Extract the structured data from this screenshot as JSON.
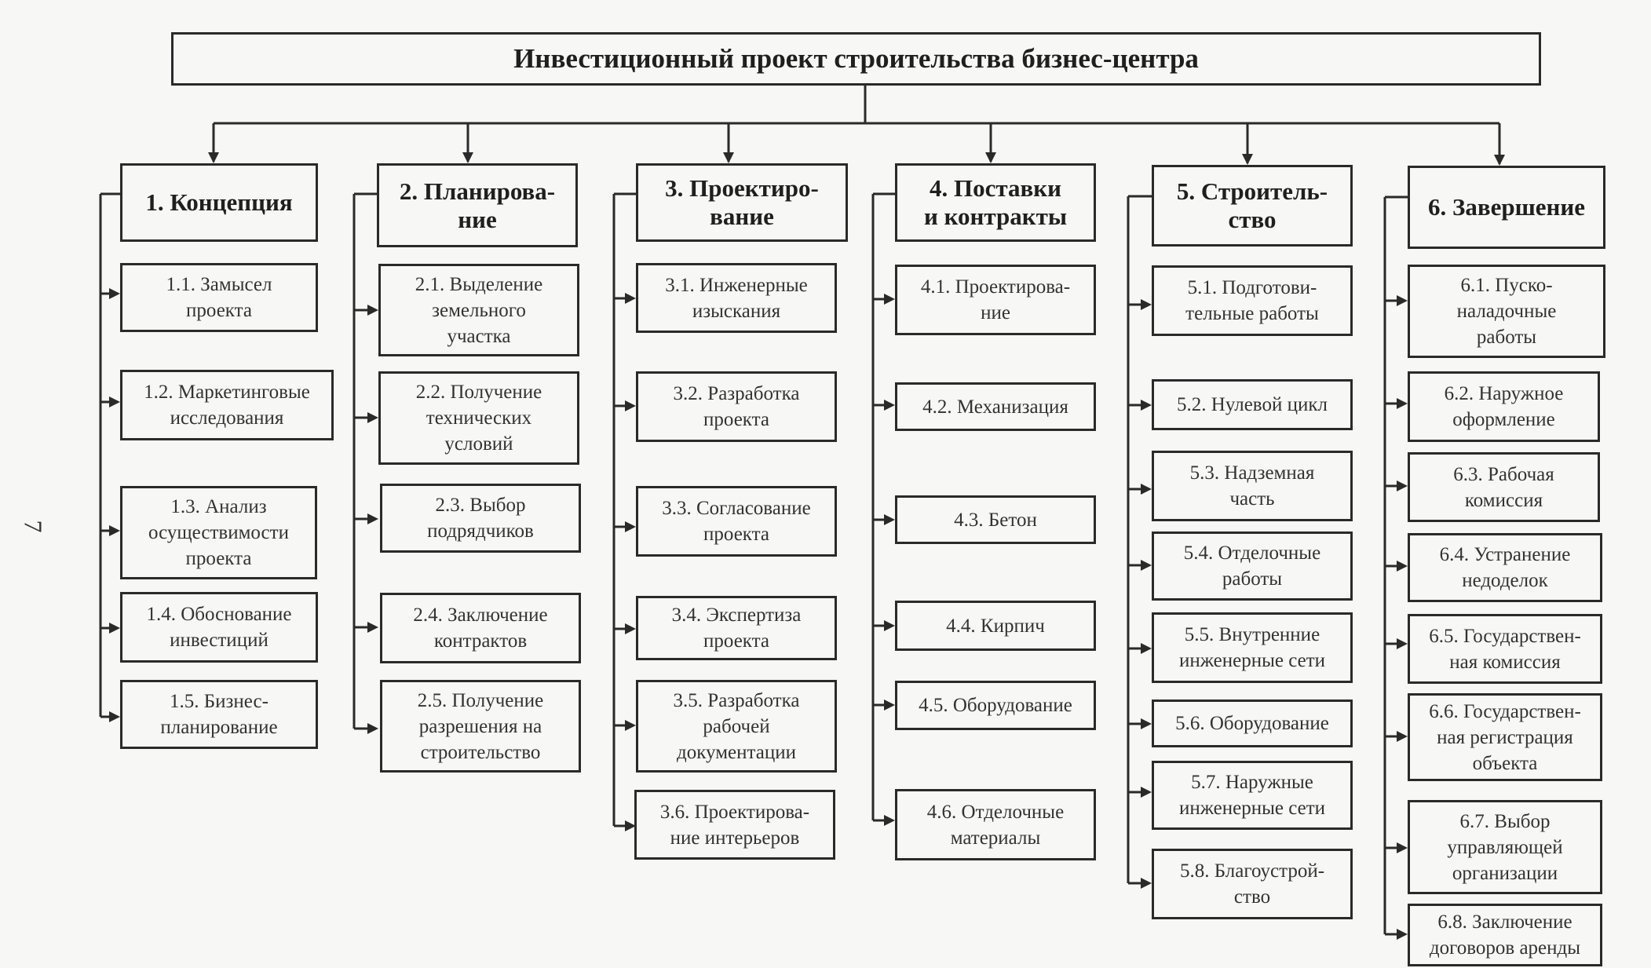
{
  "title": "Инвестиционный проект строительства бизнес-центра",
  "side_mark": "7",
  "phases": [
    {
      "label": "1. Концепция",
      "tasks": [
        "1.1. Замысел\nпроекта",
        "1.2. Маркетинговые\nисследования",
        "1.3. Анализ\nосуществимости\nпроекта",
        "1.4. Обоснование\nинвестиций",
        "1.5. Бизнес-\nпланирование"
      ]
    },
    {
      "label": "2. Планирова-\nние",
      "tasks": [
        "2.1. Выделение\nземельного\nучастка",
        "2.2. Получение\nтехнических\nусловий",
        "2.3. Выбор\nподрядчиков",
        "2.4. Заключение\nконтрактов",
        "2.5. Получение\nразрешения на\nстроительство"
      ]
    },
    {
      "label": "3. Проектиро-\nвание",
      "tasks": [
        "3.1. Инженерные\nизыскания",
        "3.2. Разработка\nпроекта",
        "3.3. Согласование\nпроекта",
        "3.4. Экспертиза\nпроекта",
        "3.5. Разработка\nрабочей\nдокументации",
        "3.6. Проектирова-\nние интерьеров"
      ]
    },
    {
      "label": "4. Поставки\nи контракты",
      "tasks": [
        "4.1. Проектирова-\nние",
        "4.2. Механизация",
        "4.3. Бетон",
        "4.4. Кирпич",
        "4.5. Оборудование",
        "4.6. Отделочные\nматериалы"
      ]
    },
    {
      "label": "5. Строитель-\nство",
      "tasks": [
        "5.1. Подготови-\nтельные работы",
        "5.2. Нулевой цикл",
        "5.3. Надземная\nчасть",
        "5.4. Отделочные\nработы",
        "5.5. Внутренние\nинженерные сети",
        "5.6. Оборудование",
        "5.7. Наружные\nинженерные сети",
        "5.8. Благоустрой-\nство"
      ]
    },
    {
      "label": "6. Завершение",
      "tasks": [
        "6.1. Пуско-\nналадочные\nработы",
        "6.2. Наружное\nоформление",
        "6.3. Рабочая\nкомиссия",
        "6.4. Устранение\nнедоделок",
        "6.5. Государствен-\nная комиссия",
        "6.6. Государствен-\nная регистрация\nобъекта",
        "6.7. Выбор\nуправляющей\nорганизации",
        "6.8. Заключение\nдоговоров аренды"
      ]
    }
  ]
}
